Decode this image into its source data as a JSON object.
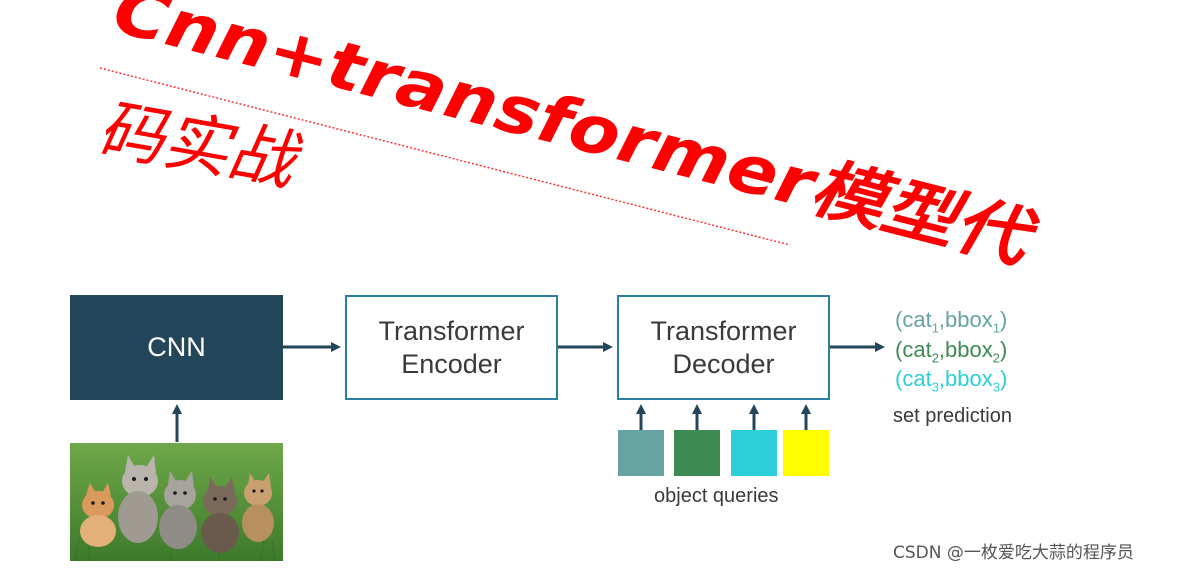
{
  "overlay": {
    "title_line1": "Cnn+transformer模型代",
    "title_line2": "码实战",
    "color": "#ff0000"
  },
  "diagram": {
    "cnn_label": "CNN",
    "encoder_label": [
      "Transformer",
      "Encoder"
    ],
    "decoder_label": [
      "Transformer",
      "Decoder"
    ],
    "object_queries_label": "object queries",
    "query_colors": [
      "#66a3a3",
      "#3d8a52",
      "#2ccfd8",
      "#ffff00"
    ],
    "predictions": [
      {
        "cat": "cat",
        "sub": "1",
        "bbox": "bbox",
        "color": "#66a3a3"
      },
      {
        "cat": "cat",
        "sub": "2",
        "bbox": "bbox",
        "color": "#3d8a52"
      },
      {
        "cat": "cat",
        "sub": "3",
        "bbox": "bbox",
        "color": "#2ccfd8"
      }
    ],
    "set_prediction_label": "set prediction"
  },
  "watermark": "CSDN @一枚爱吃大蒜的程序员"
}
